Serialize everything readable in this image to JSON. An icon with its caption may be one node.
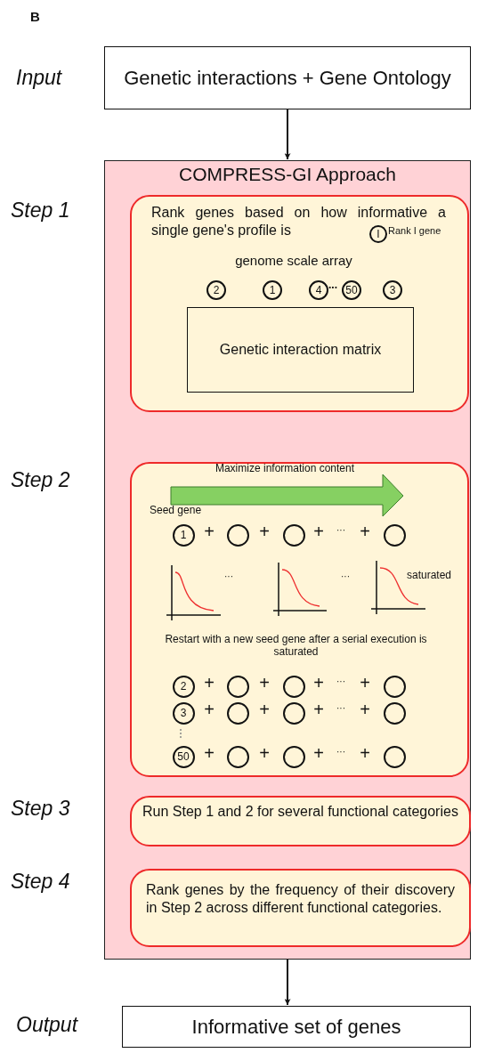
{
  "diagram": {
    "nodes": [
      {
        "text": [
          "Genetic interactions + Gene Ontology"
        ]
      },
      {
        "text": [
          "COMPRESS-GI Approach"
        ]
      },
      {
        "text": [
          "Rank genes based on how informative a single gene's profile is"
        ],
        "in": 1
      },
      {
        "text": [
          "I"
        ],
        "in": 2,
        "beside": [
          "Rank I gene"
        ]
      },
      {
        "text": [
          "2"
        ],
        "in": 2
      },
      {
        "text": [
          "1"
        ],
        "in": 2
      },
      {
        "text": [
          "4"
        ],
        "in": 2
      },
      {
        "text": [
          "50"
        ],
        "in": 2
      },
      {
        "text": [
          "3"
        ],
        "in": 2
      },
      {
        "text": [
          "Genetic interaction matrix"
        ],
        "in": 2
      },
      {
        "text": [],
        "shape": "box",
        "in": 1
      },
      {
        "text": [
          "1"
        ],
        "in": 10
      },
      {
        "text": [],
        "shape": "circle",
        "in": 10
      },
      {
        "text": [],
        "shape": "circle",
        "in": 10
      },
      {
        "text": [],
        "shape": "circle",
        "in": 10
      },
      {
        "text": [
          "2"
        ],
        "in": 10
      },
      {
        "text": [],
        "shape": "circle",
        "in": 10
      },
      {
        "text": [],
        "shape": "circle",
        "in": 10
      },
      {
        "text": [],
        "shape": "circle",
        "in": 10
      },
      {
        "text": [
          "3"
        ],
        "in": 10
      },
      {
        "text": [],
        "shape": "circle",
        "in": 10
      },
      {
        "text": [],
        "shape": "circle",
        "in": 10
      },
      {
        "text": [],
        "shape": "circle",
        "in": 10
      },
      {
        "text": [
          "50"
        ],
        "in": 10
      },
      {
        "text": [],
        "shape": "circle",
        "in": 10
      },
      {
        "text": [],
        "shape": "circle",
        "in": 10
      },
      {
        "text": [],
        "shape": "circle",
        "in": 10
      },
      {
        "text": [
          "Run Step 1 and 2 for several functional categories"
        ],
        "in": 1
      },
      {
        "text": [
          "Rank genes by the frequency of their discovery in Step 2 across different functional categories."
        ],
        "in": 1
      },
      {
        "text": [
          "Informative set of  genes"
        ]
      }
    ],
    "edges": [
      {
        "from": 0,
        "to": 1,
        "arrow": "to"
      },
      {
        "from": 1,
        "to": 29,
        "arrow": "to"
      }
    ],
    "labels": [
      "B",
      "Input",
      "Step 1",
      "genome scale array",
      "...",
      "Step 2",
      "Maximize information content",
      "Seed gene",
      "+",
      "+",
      "+",
      "···",
      "+",
      "···",
      "···",
      "saturated",
      "Restart with a new seed gene after a serial execution is saturated",
      "+",
      "+",
      "+",
      "···",
      "+",
      "+",
      "+",
      "+",
      "···",
      "+",
      "+",
      "+",
      "+",
      "···",
      "+",
      "Step 3",
      "Step 4",
      "Output"
    ]
  }
}
